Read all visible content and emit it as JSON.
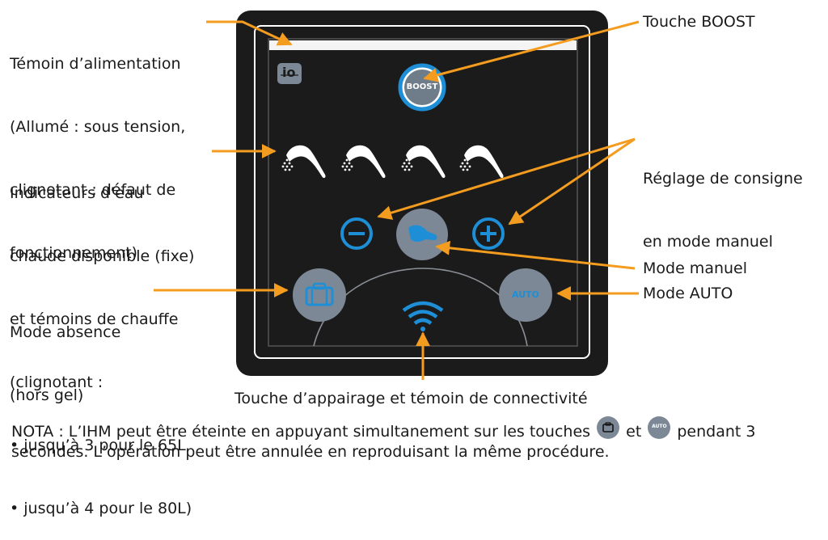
{
  "colors": {
    "arrow": "#f39c1f",
    "panel": "#1b1b1b",
    "accent_blue": "#1e8fd6",
    "button_gray": "#7c8895",
    "light_strip": "#f4f4f4"
  },
  "labels": {
    "power": [
      "Témoin d’alimentation",
      "(Allumé : sous tension,",
      "clignotant : défaut de",
      "fonctionnement)"
    ],
    "boost": "Touche BOOST",
    "indicators": [
      "Indicateurs d’eau",
      "chaude disponible (fixe)",
      "et témoins de chauffe",
      "(clignotant :",
      "• jusqu’à 3 pour le 65L",
      "• jusqu’à 4 pour le 80L)"
    ],
    "setpoint": [
      "Réglage de consigne",
      "en mode manuel"
    ],
    "manual": "Mode manuel",
    "absence": [
      "Mode absence",
      "(hors gel)"
    ],
    "auto": "Mode AUTO",
    "pairing": "Touche d’appairage et témoin de connectivité"
  },
  "panel": {
    "io_logo": "io",
    "boost_button": "BOOST",
    "auto_button": "AUTO",
    "heating_indicator_count": 4
  },
  "icons": {
    "shower": "shower-head-icon",
    "minus": "minus-icon",
    "plus": "plus-icon",
    "manual": "hand-icon",
    "absence": "suitcase-icon",
    "pairing": "wifi-icon"
  },
  "nota": {
    "before": "NOTA : L’IHM peut être éteinte en appuyant simultanement sur les touches",
    "middle": "et",
    "after": "pendant 3 secondes. L’opération peut être annulée en reproduisant la même procédure.",
    "icon2_label": "AUTO"
  }
}
